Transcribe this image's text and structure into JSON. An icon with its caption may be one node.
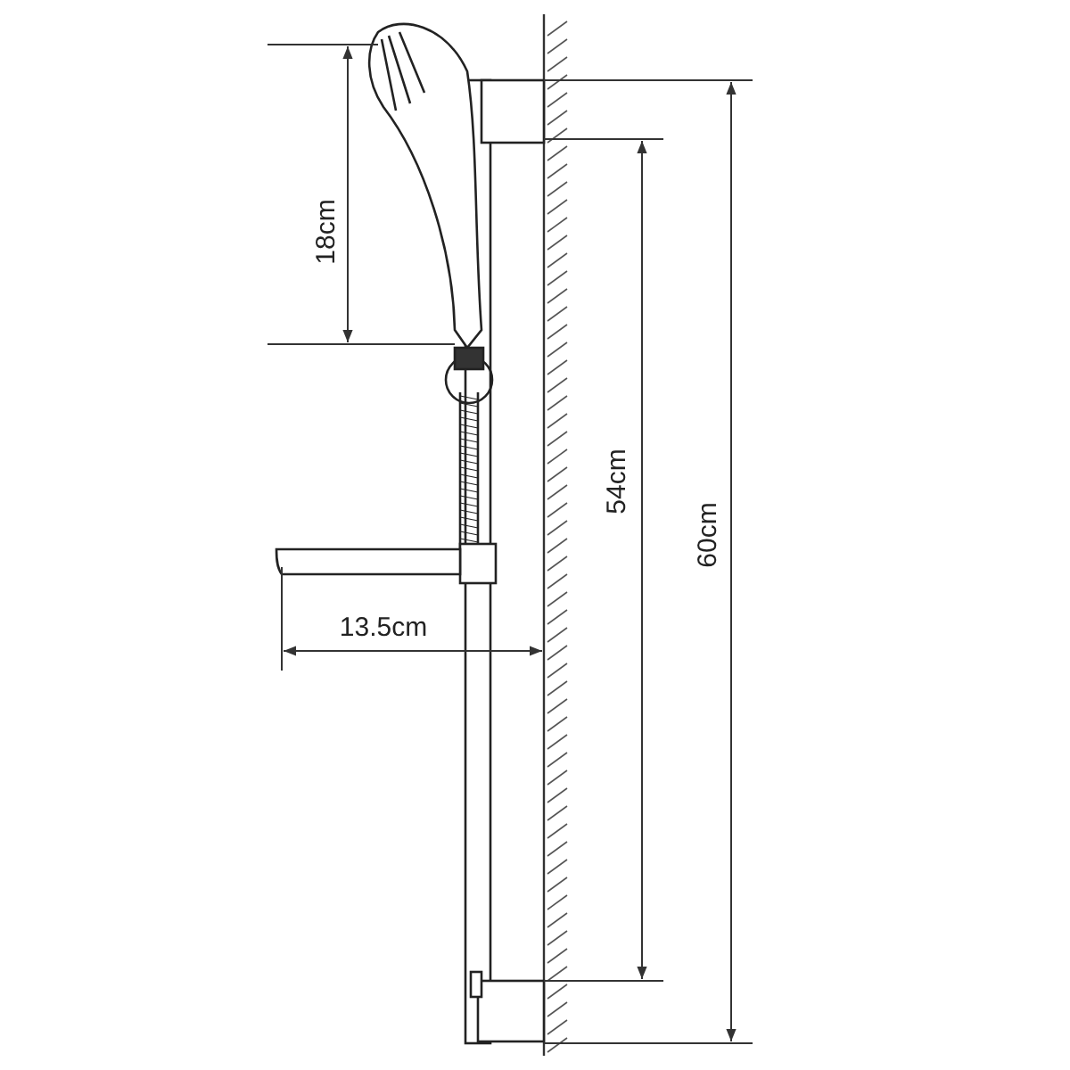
{
  "diagram": {
    "labels": [
      "18cm",
      "54cm",
      "60cm",
      "13.5cm"
    ]
  }
}
